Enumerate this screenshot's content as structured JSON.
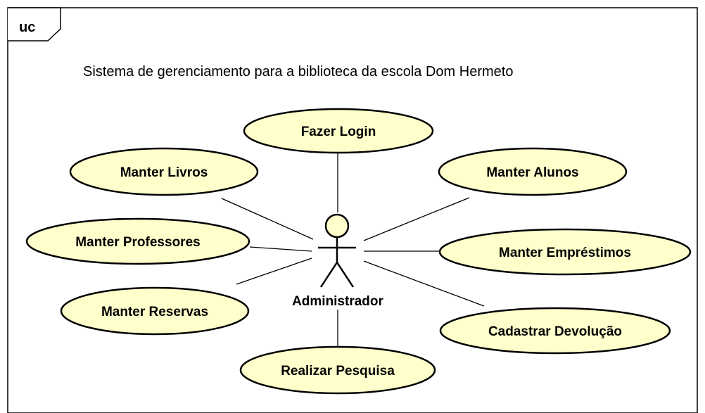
{
  "diagram": {
    "tab_label": "uc",
    "system_title": "Sistema de gerenciamento para a biblioteca da escola Dom Hermeto",
    "actor": {
      "name": "Administrador"
    },
    "use_cases": {
      "fazer_login": "Fazer Login",
      "manter_livros": "Manter Livros",
      "manter_alunos": "Manter Alunos",
      "manter_professores": "Manter Professores",
      "manter_emprestimos": "Manter Empréstimos",
      "manter_reservas": "Manter Reservas",
      "cadastrar_devolucao": "Cadastrar Devolução",
      "realizar_pesquisa": "Realizar Pesquisa"
    },
    "colors": {
      "use_case_fill": "#FFFFCC",
      "stroke": "#000000",
      "background": "#FFFFFF"
    }
  }
}
